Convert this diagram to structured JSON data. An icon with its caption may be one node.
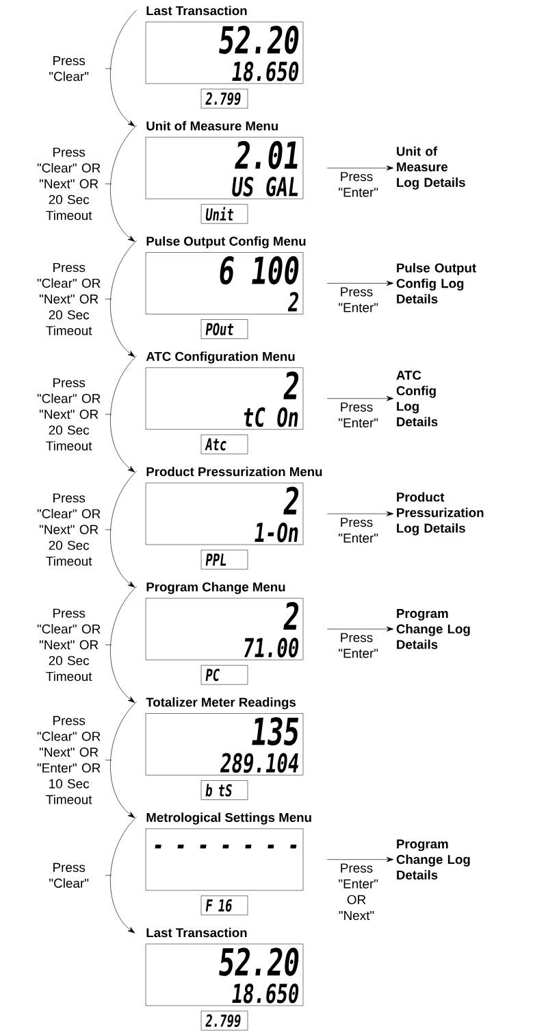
{
  "diagram": {
    "nodes": [
      {
        "text": [
          "Last Transaction",
          "52.20",
          "18.650"
        ]
      },
      {
        "text": [
          "2.799"
        ]
      },
      {
        "text": [
          "Unit of Measure Menu",
          "2.01",
          "US GAL"
        ]
      },
      {
        "text": [
          "Unit"
        ]
      },
      {
        "text": [
          "Unit of Measure Log Details"
        ]
      },
      {
        "text": [
          "Pulse Output Config Menu",
          "6 100",
          "2"
        ]
      },
      {
        "text": [
          "POut"
        ]
      },
      {
        "text": [
          "Pulse Output Config Log Details"
        ]
      },
      {
        "text": [
          "ATC Configuration Menu",
          "2",
          "tC On"
        ]
      },
      {
        "text": [
          "Atc"
        ]
      },
      {
        "text": [
          "ATC Config Log Details"
        ]
      },
      {
        "text": [
          "Product Pressurization Menu",
          "2",
          "1-On"
        ]
      },
      {
        "text": [
          "PPL"
        ]
      },
      {
        "text": [
          "Product Pressurization Log Details"
        ]
      },
      {
        "text": [
          "Program Change Menu",
          "2",
          "71.00"
        ]
      },
      {
        "text": [
          "PC"
        ]
      },
      {
        "text": [
          "Program Change Log Details"
        ]
      },
      {
        "text": [
          "Totalizer Meter Readings",
          "135",
          "289.104"
        ]
      },
      {
        "text": [
          "b tS"
        ]
      },
      {
        "text": [
          "Metrological Settings Menu",
          "- - - - - - -"
        ]
      },
      {
        "text": [
          "F 16"
        ]
      },
      {
        "text": [
          "Program Change Log Details"
        ]
      },
      {
        "text": [
          "Last Transaction",
          "52.20",
          "18.650"
        ]
      },
      {
        "text": [
          "2.799"
        ]
      }
    ],
    "edges": [
      {
        "from": 0,
        "to": 2,
        "arrow": "to",
        "label": "Press \"Clear\""
      },
      {
        "from": 2,
        "to": 5,
        "arrow": "to",
        "label": "Press \"Clear\" OR \"Next\" OR 20 Sec Timeout"
      },
      {
        "from": 5,
        "to": 8,
        "arrow": "to",
        "label": "Press \"Clear\" OR \"Next\" OR 20 Sec Timeout"
      },
      {
        "from": 8,
        "to": 11,
        "arrow": "to",
        "label": "Press \"Clear\" OR \"Next\" OR 20 Sec Timeout"
      },
      {
        "from": 11,
        "to": 14,
        "arrow": "to",
        "label": "Press \"Clear\" OR \"Next\" OR 20 Sec Timeout"
      },
      {
        "from": 14,
        "to": 17,
        "arrow": "to",
        "label": "Press \"Clear\" OR \"Next\" OR 20 Sec Timeout"
      },
      {
        "from": 17,
        "to": 19,
        "arrow": "to",
        "label": "Press \"Clear\" OR \"Next\" OR \"Enter\" OR 10 Sec Timeout"
      },
      {
        "from": 19,
        "to": 22,
        "arrow": "to",
        "label": "Press \"Clear\""
      },
      {
        "from": 2,
        "to": 4,
        "arrow": "to",
        "label": "Press \"Enter\""
      },
      {
        "from": 5,
        "to": 7,
        "arrow": "to",
        "label": "Press \"Enter\""
      },
      {
        "from": 8,
        "to": 10,
        "arrow": "to",
        "label": "Press \"Enter\""
      },
      {
        "from": 11,
        "to": 13,
        "arrow": "to",
        "label": "Press \"Enter\""
      },
      {
        "from": 14,
        "to": 16,
        "arrow": "to",
        "label": "Press \"Enter\""
      },
      {
        "from": 19,
        "to": 21,
        "arrow": "to",
        "label": "Press \"Enter\" OR \"Next\""
      }
    ]
  }
}
